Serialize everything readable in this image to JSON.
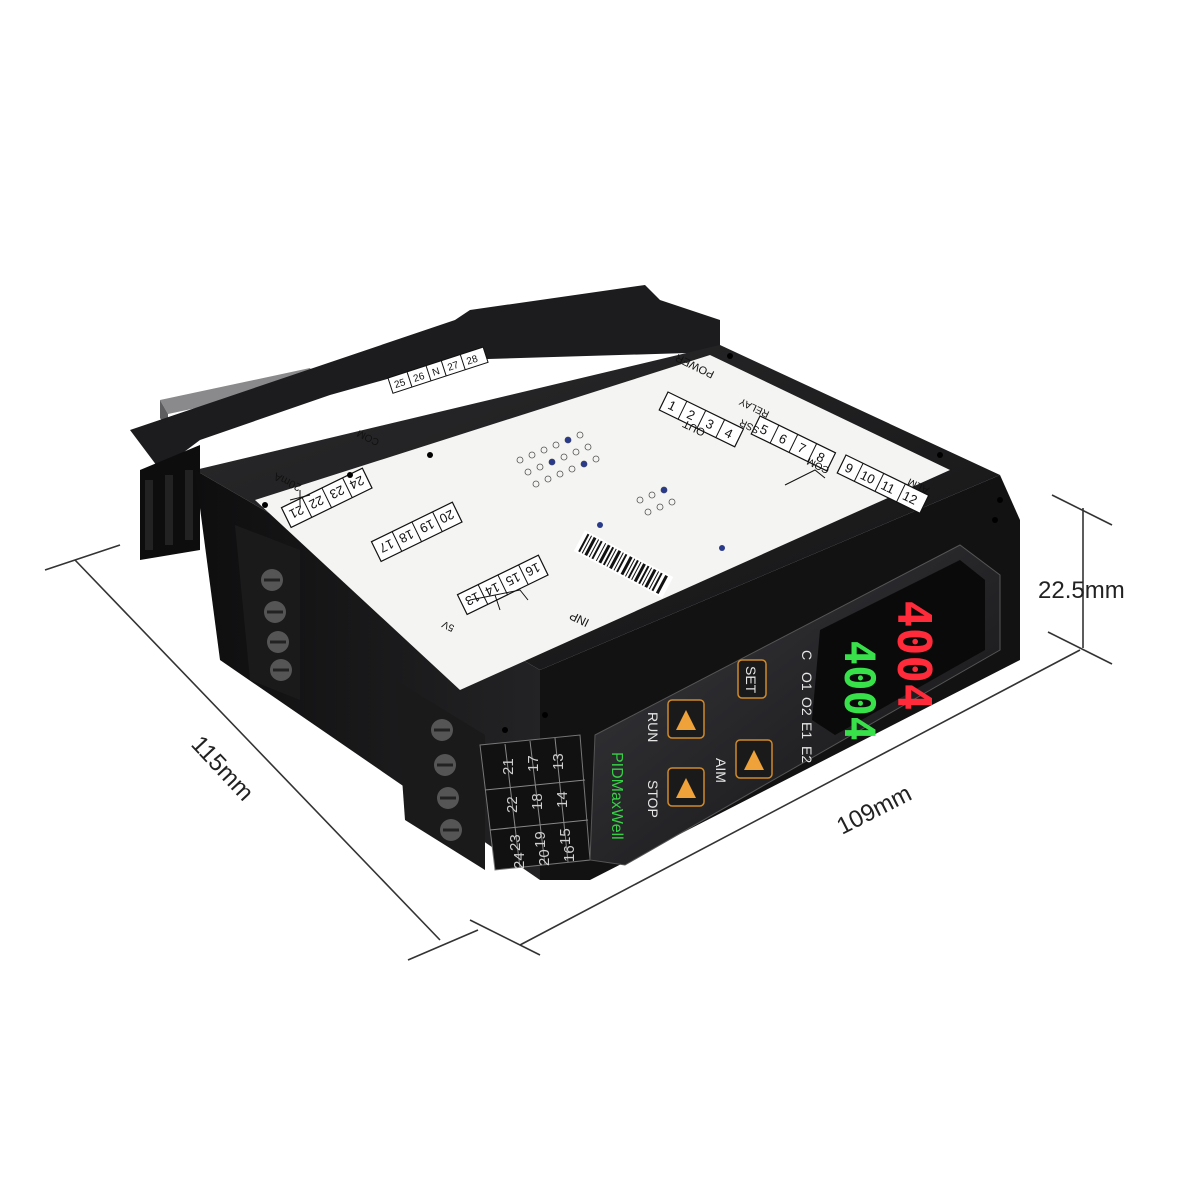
{
  "product_image": {
    "dimensions": {
      "height": "22.5mm",
      "width": "109mm",
      "depth": "115mm"
    },
    "front_panel": {
      "brand": "PIDMaxWell",
      "display_top": "4004",
      "display_bottom": "4004",
      "indicators": [
        "C",
        "O1",
        "O2",
        "E1",
        "E2"
      ],
      "keys": {
        "set": "SET",
        "run": "RUN",
        "aim": "AIM",
        "stop": "STOP"
      }
    },
    "side_terminal_grid": [
      [
        "13",
        "14",
        "15",
        "16"
      ],
      [
        "17",
        "18",
        "19",
        "20"
      ],
      [
        "21",
        "22",
        "23",
        "24"
      ]
    ],
    "top_label": {
      "power": "POWER",
      "alm": "ALM",
      "out": "OUT",
      "inp": "INP",
      "com": "COM",
      "relay": "RELAY",
      "ssr": "SSR",
      "current": "20mA",
      "voltage": "5V",
      "terminals_row1": [
        "1",
        "2",
        "3",
        "4"
      ],
      "terminals_row2": [
        "5",
        "6",
        "7",
        "8"
      ],
      "terminals_alm": [
        "9",
        "10",
        "11",
        "12"
      ],
      "terminals_inp": [
        "13",
        "14",
        "15",
        "16"
      ],
      "terminals_mid": [
        "17",
        "18",
        "19",
        "20"
      ],
      "terminals_com": [
        "21",
        "22",
        "23",
        "24"
      ],
      "terminals_rs": [
        "25",
        "26",
        "N",
        "27",
        "28"
      ]
    },
    "colors": {
      "body": "#1b1b1d",
      "label": "#f4f4f2",
      "display_red": "#ff2a3a",
      "display_green": "#38e04a",
      "key_orange": "#f0a23a"
    }
  }
}
